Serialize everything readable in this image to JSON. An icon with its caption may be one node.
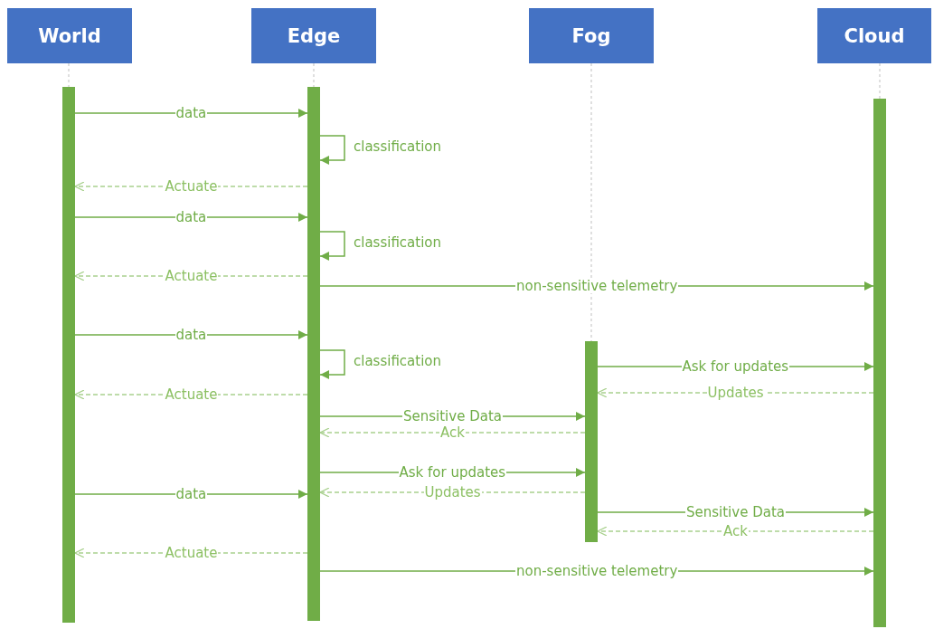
{
  "diagram": {
    "nodes": [
      {
        "text": [
          "World"
        ]
      },
      {
        "text": [
          "Edge"
        ]
      },
      {
        "text": [
          "Fog"
        ]
      },
      {
        "text": [
          "Cloud"
        ]
      },
      {
        "text": [],
        "shape": "bar"
      },
      {
        "text": [],
        "shape": "bar"
      },
      {
        "text": [],
        "shape": "bar"
      },
      {
        "text": [],
        "shape": "bar"
      }
    ],
    "edges": [
      {
        "from": 0,
        "to": 4,
        "arrow": "none",
        "style": "dashed",
        "color": "#bfbfbf"
      },
      {
        "from": 1,
        "to": 5,
        "arrow": "none",
        "style": "dashed",
        "color": "#bfbfbf"
      },
      {
        "from": 2,
        "to": 6,
        "arrow": "none",
        "style": "dashed",
        "color": "#bfbfbf"
      },
      {
        "from": 3,
        "to": 7,
        "arrow": "none",
        "style": "dashed",
        "color": "#bfbfbf"
      },
      {
        "from": 4,
        "to": 5,
        "arrow": "to",
        "label": "data"
      },
      {
        "from": 5,
        "to": 5,
        "arrow": "to",
        "label": "classification"
      },
      {
        "from": 5,
        "to": 4,
        "arrow": "to",
        "label": "Actuate",
        "style": "dashed",
        "color": "#a9d18e"
      },
      {
        "from": 4,
        "to": 5,
        "arrow": "to",
        "label": "data"
      },
      {
        "from": 5,
        "to": 5,
        "arrow": "to",
        "label": "classification"
      },
      {
        "from": 5,
        "to": 4,
        "arrow": "to",
        "label": "Actuate",
        "style": "dashed",
        "color": "#a9d18e"
      },
      {
        "from": 5,
        "to": 7,
        "arrow": "to",
        "label": "non-sensitive telemetry"
      },
      {
        "from": 4,
        "to": 5,
        "arrow": "to",
        "label": "data"
      },
      {
        "from": 5,
        "to": 5,
        "arrow": "to",
        "label": "classification"
      },
      {
        "from": 6,
        "to": 7,
        "arrow": "to",
        "label": "Ask for updates"
      },
      {
        "from": 7,
        "to": 6,
        "arrow": "to",
        "label": "Updates",
        "style": "dashed",
        "color": "#a9d18e"
      },
      {
        "from": 5,
        "to": 4,
        "arrow": "to",
        "label": "Actuate",
        "style": "dashed",
        "color": "#a9d18e"
      },
      {
        "from": 5,
        "to": 6,
        "arrow": "to",
        "label": "Sensitive Data"
      },
      {
        "from": 6,
        "to": 5,
        "arrow": "to",
        "label": "Ack",
        "style": "dashed",
        "color": "#a9d18e"
      },
      {
        "from": 5,
        "to": 6,
        "arrow": "to",
        "label": "Ask for updates"
      },
      {
        "from": 6,
        "to": 5,
        "arrow": "to",
        "label": "Updates",
        "style": "dashed",
        "color": "#a9d18e"
      },
      {
        "from": 4,
        "to": 5,
        "arrow": "to",
        "label": "data"
      },
      {
        "from": 6,
        "to": 7,
        "arrow": "to",
        "label": "Sensitive Data"
      },
      {
        "from": 7,
        "to": 6,
        "arrow": "to",
        "label": "Ack",
        "style": "dashed",
        "color": "#a9d18e"
      },
      {
        "from": 5,
        "to": 4,
        "arrow": "to",
        "label": "Actuate",
        "style": "dashed",
        "color": "#a9d18e"
      },
      {
        "from": 5,
        "to": 7,
        "arrow": "to",
        "label": "non-sensitive telemetry"
      }
    ]
  }
}
